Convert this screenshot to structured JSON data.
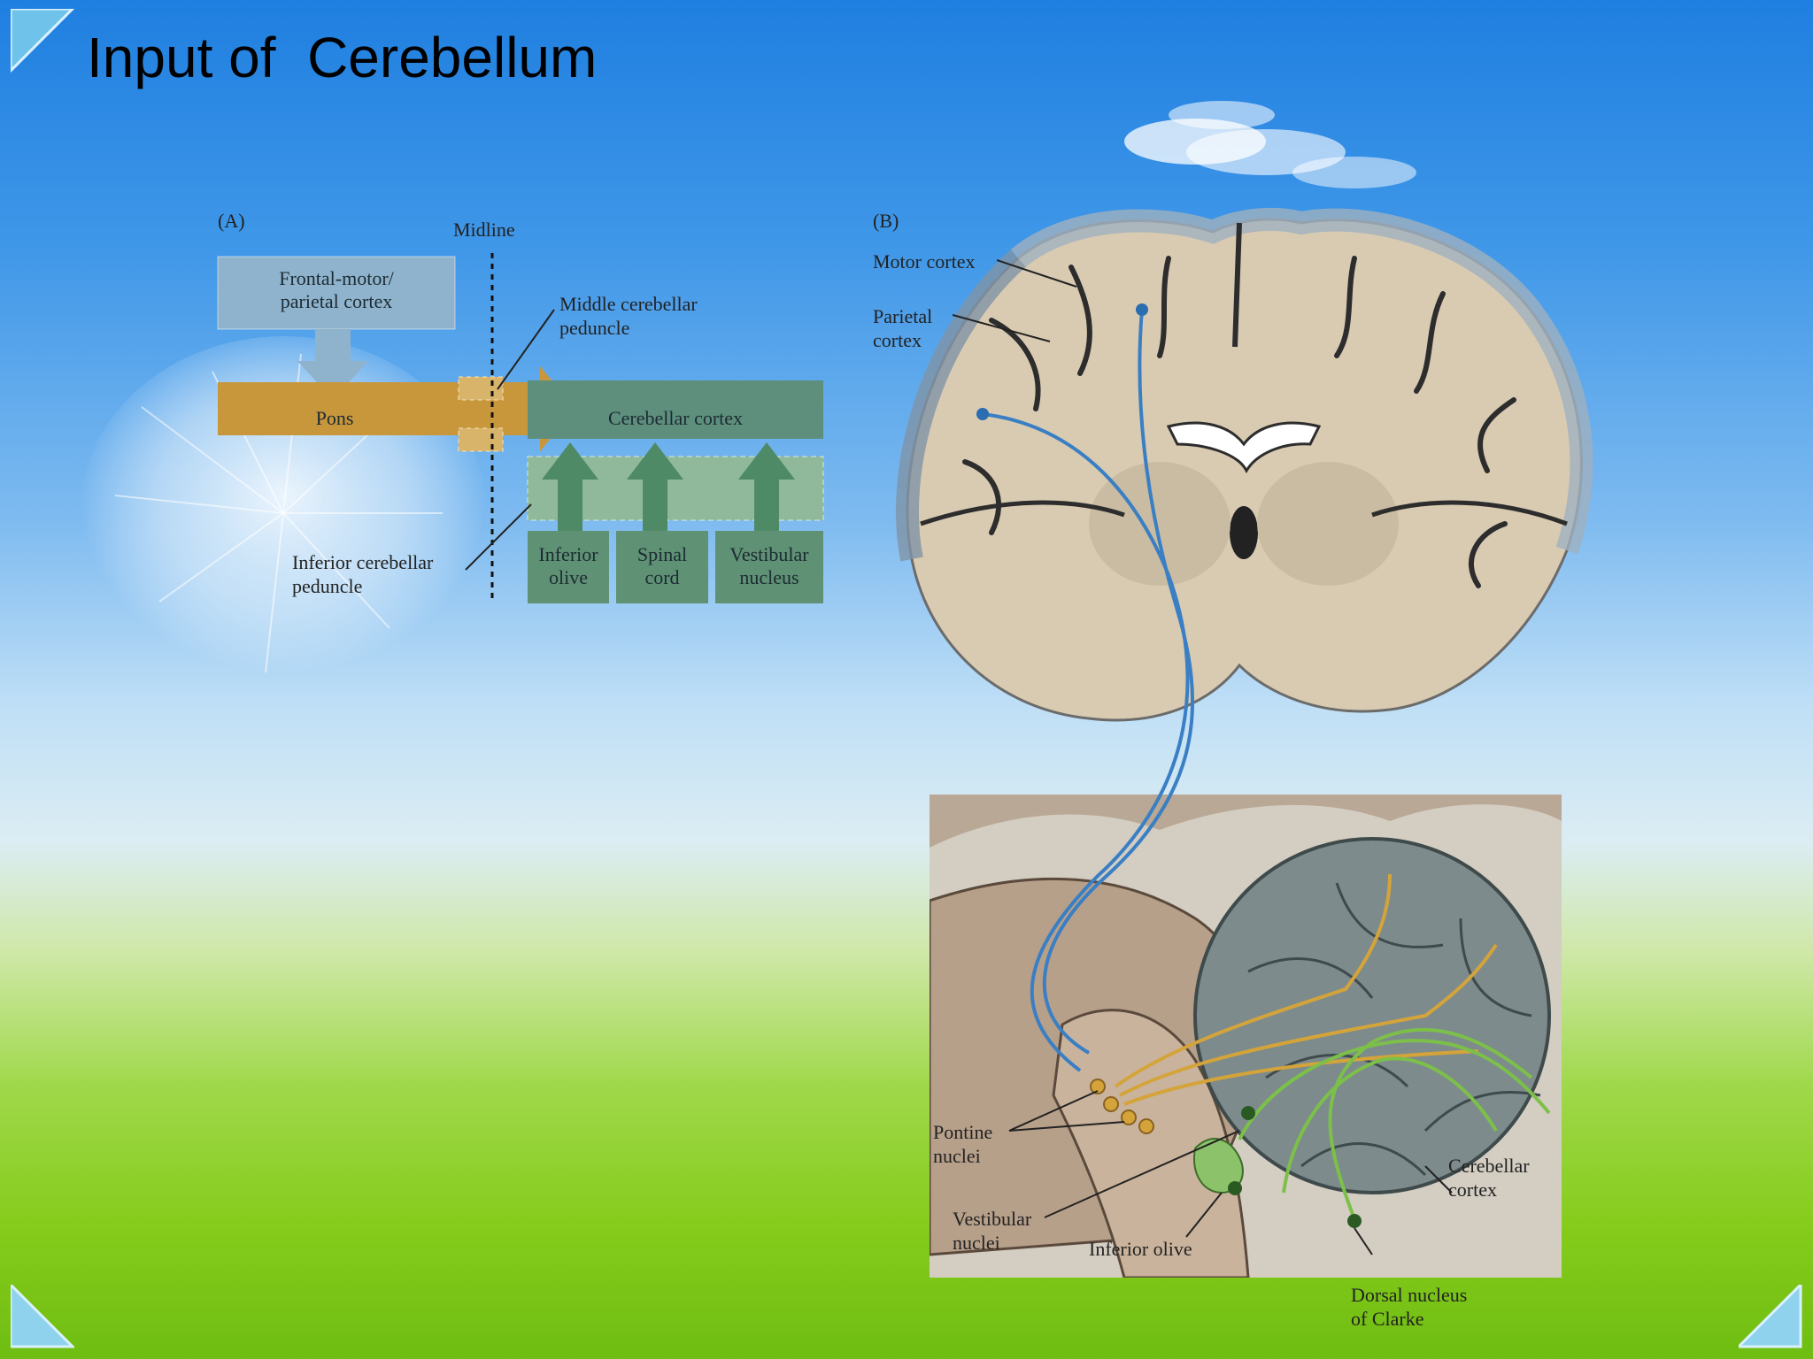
{
  "slide": {
    "title": "Input of  Cerebellum"
  },
  "panel_a": {
    "panel_label": "(A)",
    "midline": "Midline",
    "frontal_cortex": "Frontal-motor/\nparietal cortex",
    "pons": "Pons",
    "cerebellar_cortex": "Cerebellar cortex",
    "middle_peduncle": "Middle cerebellar\npeduncle",
    "inferior_peduncle": "Inferior cerebellar\npeduncle",
    "inferior_olive": "Inferior\nolive",
    "spinal_cord": "Spinal\ncord",
    "vestibular_nucleus": "Vestibular\nnucleus"
  },
  "panel_b": {
    "panel_label": "(B)",
    "motor_cortex": "Motor cortex",
    "parietal_cortex": "Parietal\ncortex",
    "pontine_nuclei": "Pontine\nnuclei",
    "vestibular_nuclei": "Vestibular\nnuclei",
    "inferior_olive": "Inferior olive",
    "cerebellar_cortex": "Cerebellar\ncortex",
    "dorsal_nucleus": "Dorsal nucleus\nof Clarke"
  },
  "colors": {
    "cortex_box": "#8fb3cc",
    "pons": "#c9973b",
    "cerebellar_box": "#5e8f7d",
    "input_box": "#5f9174",
    "cortical_pathway": "#3a7fc4",
    "pontine_pathway": "#d4a43a",
    "spinal_pathway": "#7cc04a"
  }
}
